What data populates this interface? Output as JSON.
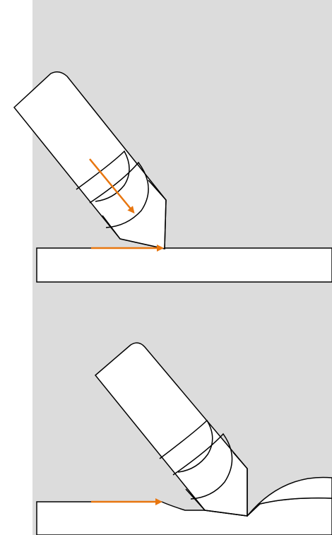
{
  "colors": {
    "background_panel": "#dcdcdc",
    "page": "#ffffff",
    "outline": "#000000",
    "arrow": "#e8760f"
  },
  "panels": [
    {
      "name": "top-panel",
      "content": [
        "tool-body",
        "tool-tip-wedge",
        "workpiece-bar",
        "arrow-tool-direction",
        "arrow-feed-direction"
      ]
    },
    {
      "name": "bottom-panel",
      "content": [
        "tool-body",
        "tool-tip-wedge",
        "workpiece-bar",
        "chip-curl",
        "arrow-feed-direction"
      ]
    }
  ]
}
